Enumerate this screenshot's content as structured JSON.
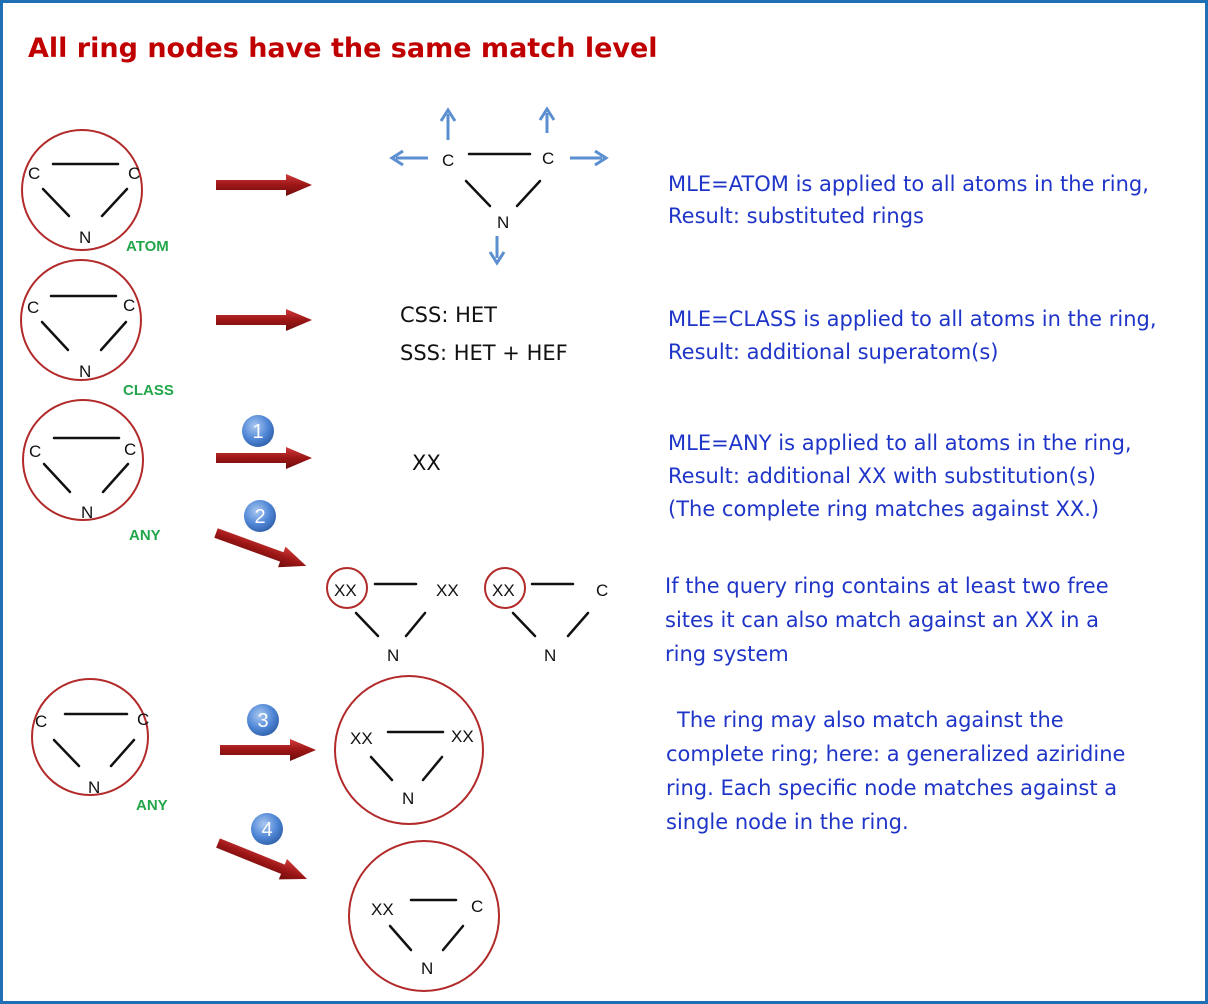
{
  "title": "All ring nodes have the same match level",
  "atoms": {
    "c": "C",
    "n": "N",
    "xx": "XX"
  },
  "rows": [
    {
      "level": "ATOM",
      "lines": [
        "MLE=ATOM is applied to all atoms in the ring,",
        "Result: substituted rings"
      ]
    },
    {
      "level": "CLASS",
      "result": [
        "CSS: HET",
        "SSS: HET + HEF"
      ],
      "lines": [
        "MLE=CLASS is applied to all atoms in the ring,",
        "Result: additional superatom(s)"
      ]
    },
    {
      "level": "ANY",
      "result": "XX",
      "lines": [
        "MLE=ANY is applied to all atoms in the ring,",
        "Result: additional XX with substitution(s)",
        "(The complete ring matches against XX.)"
      ]
    },
    {
      "lines": [
        "If the query ring contains at least two free",
        "sites it can also match against an XX in a",
        "ring system"
      ]
    },
    {
      "level": "ANY",
      "lines": [
        "The ring may also match against the",
        "complete ring; here: a generalized aziridine",
        "ring. Each specific node matches against a",
        "single node in the ring."
      ]
    }
  ],
  "steps": [
    "1",
    "2",
    "3",
    "4"
  ],
  "colors": {
    "title": "#c00000",
    "text": "#1f35c8",
    "level": "#22a64a",
    "ring": "#b22a2a",
    "arrow": "#9c1616",
    "badge": "#4f86d6",
    "frame": "#1f6fb5"
  }
}
